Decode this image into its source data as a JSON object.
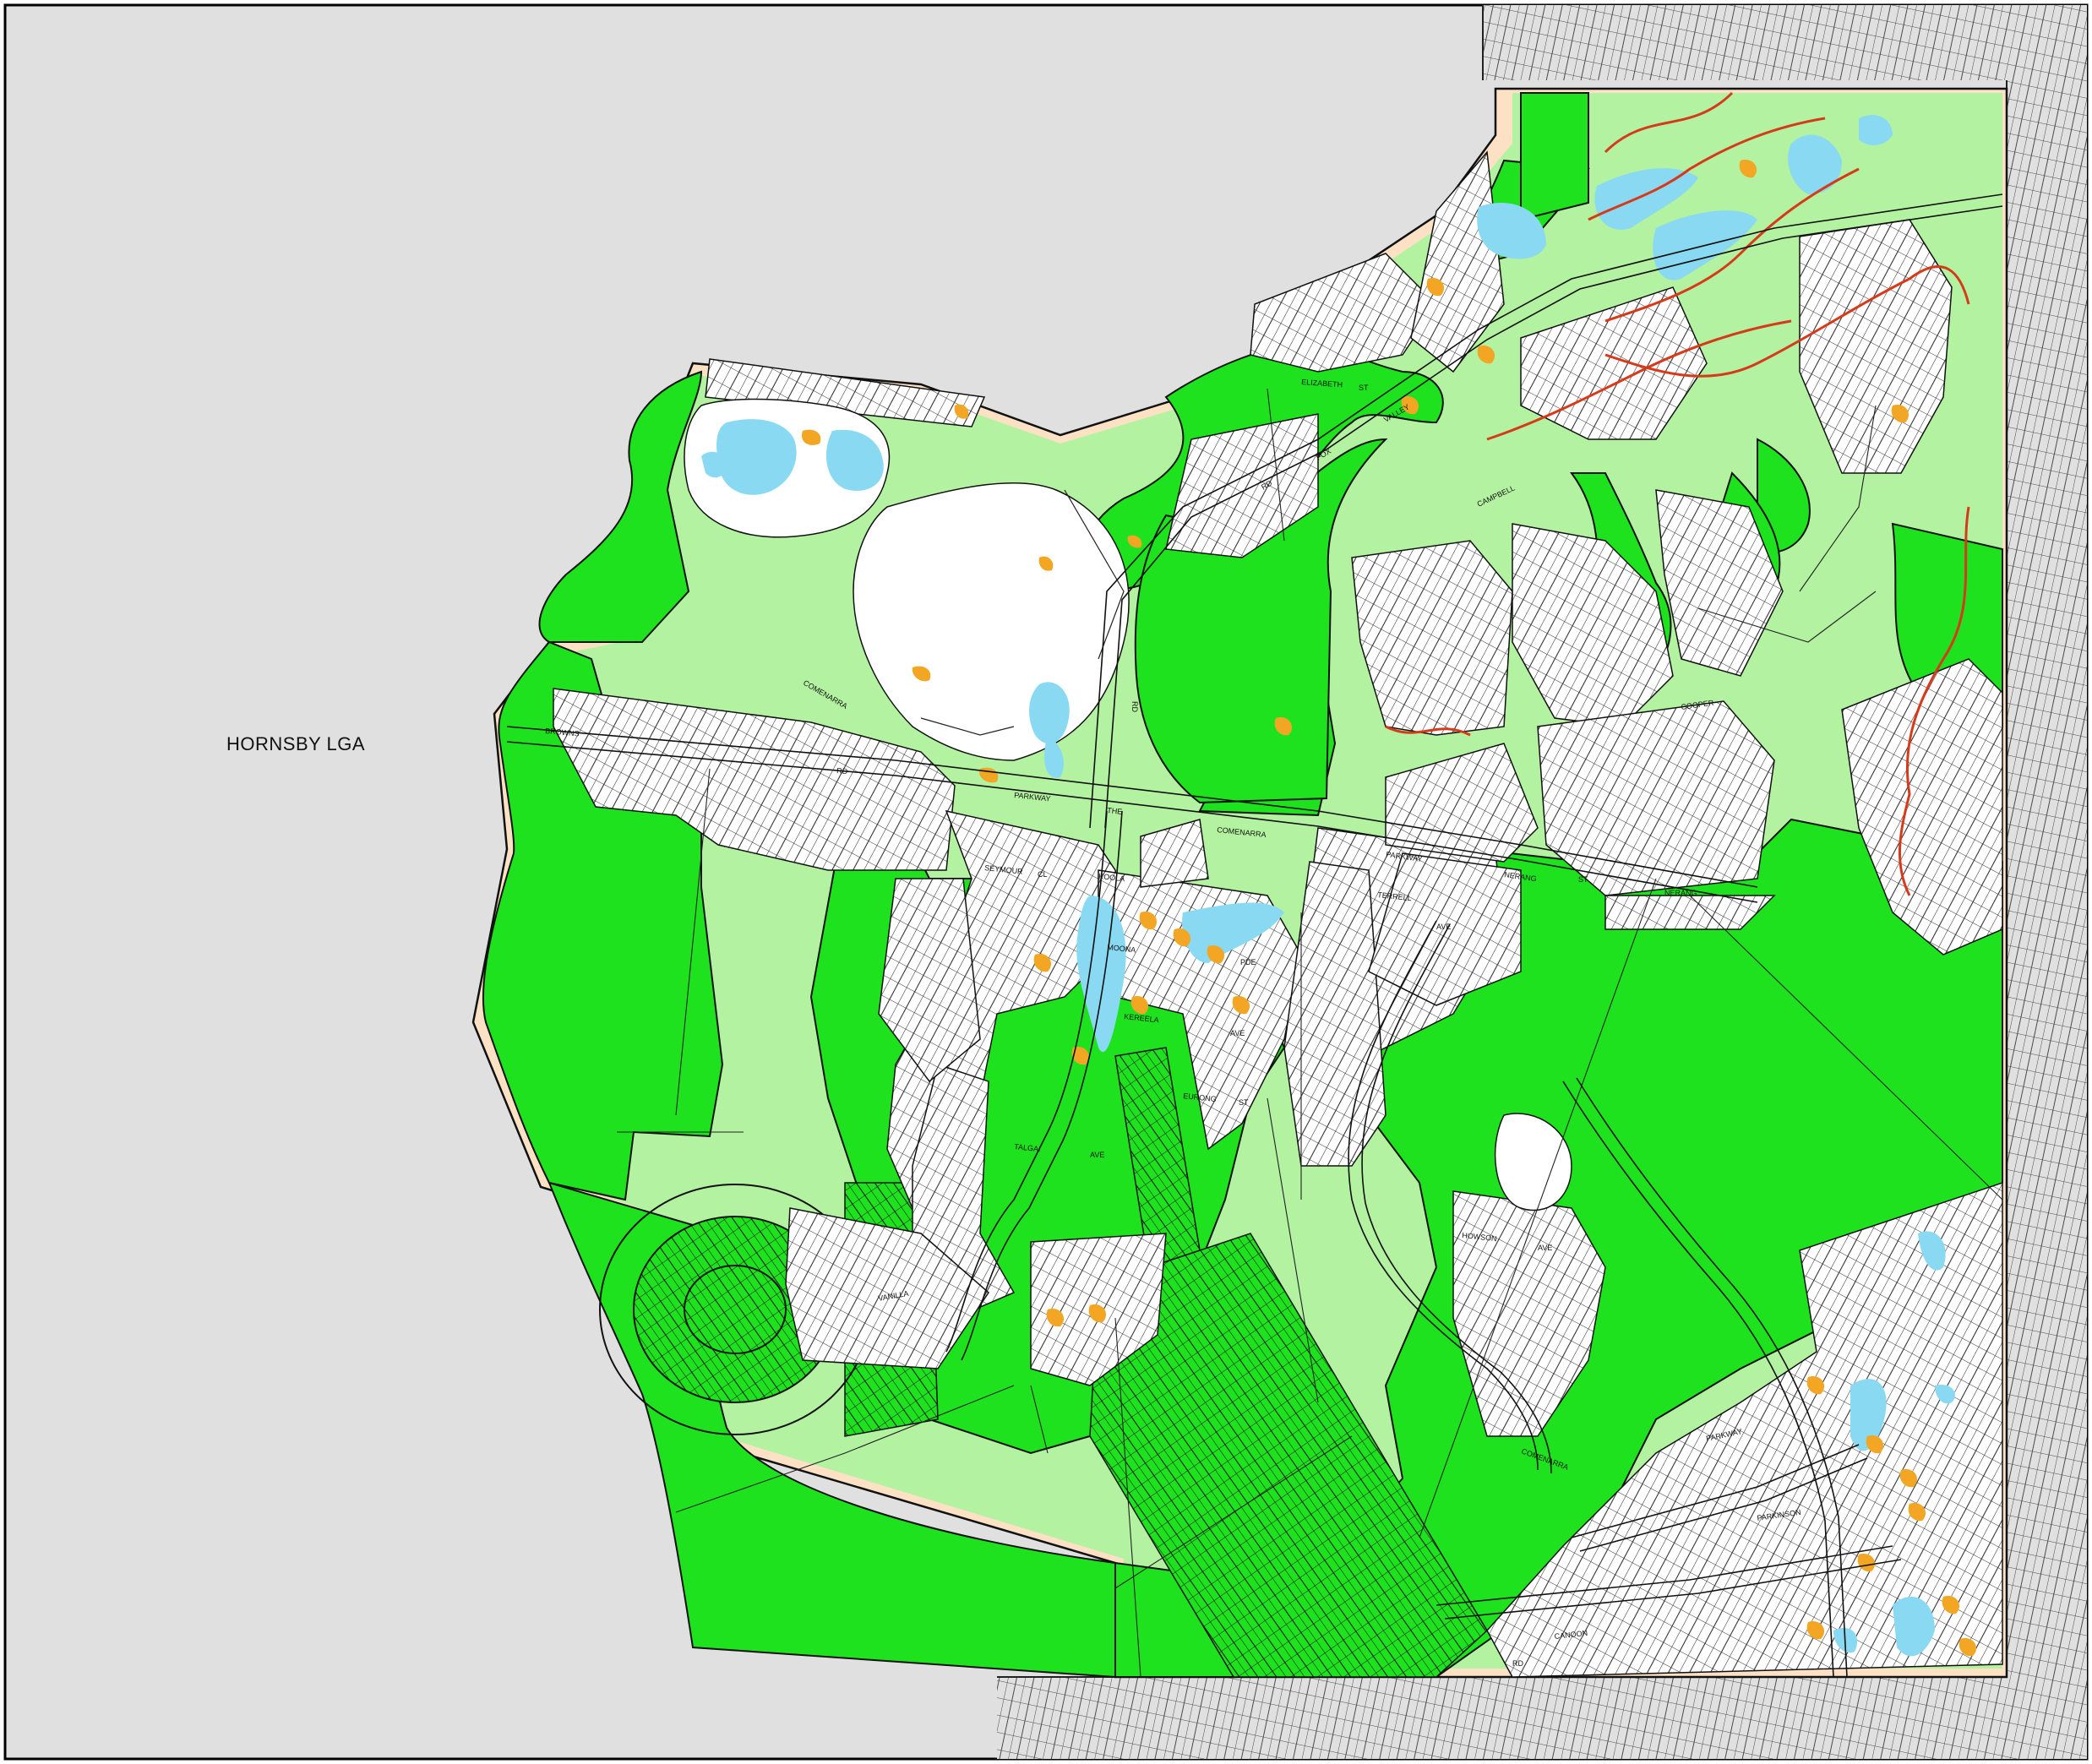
{
  "map": {
    "region_label": "HORNSBY LGA",
    "colors": {
      "outside_area": "#e0e0e0",
      "bushland": "#1ee21e",
      "buffer_light_green": "#b3f2a0",
      "buffer_peach": "#fde1c4",
      "water_blue": "#8ad9f2",
      "orange_patch": "#f2a623",
      "creek_red": "#d63a1a",
      "lines": "#222222",
      "white": "#ffffff"
    },
    "street_labels": [
      {
        "id": "browns",
        "text": "BROWNS"
      },
      {
        "id": "rd-browns",
        "text": "RD"
      },
      {
        "id": "comenarra-w",
        "text": "COMENARRA"
      },
      {
        "id": "parkway-1",
        "text": "PARKWAY"
      },
      {
        "id": "the-1",
        "text": "THE"
      },
      {
        "id": "comenarra-c",
        "text": "COMENARRA"
      },
      {
        "id": "parkway-2",
        "text": "PARKWAY"
      },
      {
        "id": "nerang-1",
        "text": "NERANG"
      },
      {
        "id": "st-nerang",
        "text": "ST"
      },
      {
        "id": "nerang-2",
        "text": "NERANG"
      },
      {
        "id": "seymour",
        "text": "SEYMOUR"
      },
      {
        "id": "cl-seymour",
        "text": "CL"
      },
      {
        "id": "koola",
        "text": "KOOLA"
      },
      {
        "id": "moona",
        "text": "MOONA"
      },
      {
        "id": "pde",
        "text": "PDE"
      },
      {
        "id": "kereela",
        "text": "KEREELA"
      },
      {
        "id": "ave-1",
        "text": "AVE"
      },
      {
        "id": "eurong",
        "text": "EURONG"
      },
      {
        "id": "st-eurong",
        "text": "ST"
      },
      {
        "id": "talgai",
        "text": "TALGAI"
      },
      {
        "id": "ave-talgai",
        "text": "AVE"
      },
      {
        "id": "vanilla",
        "text": "VANILLA"
      },
      {
        "id": "elizabeth",
        "text": "ELIZABETH"
      },
      {
        "id": "st-elizabeth",
        "text": "ST"
      },
      {
        "id": "fox",
        "text": "FOX"
      },
      {
        "id": "valley",
        "text": "VALLEY"
      },
      {
        "id": "rd-fox",
        "text": "RD"
      },
      {
        "id": "campbell",
        "text": "CAMPBELL"
      },
      {
        "id": "cooper",
        "text": "COOPER"
      },
      {
        "id": "howson",
        "text": "HOWSON"
      },
      {
        "id": "ave-howson",
        "text": "AVE"
      },
      {
        "id": "parkinson",
        "text": "PARKINSON"
      },
      {
        "id": "canoon",
        "text": "CANOON"
      },
      {
        "id": "rd-canoon",
        "text": "RD"
      },
      {
        "id": "terrell",
        "text": "TERRELL"
      },
      {
        "id": "ave-terrell",
        "text": "AVE"
      },
      {
        "id": "comenarra-se",
        "text": "COMENARRA"
      },
      {
        "id": "parkway-se",
        "text": "PARKWAY"
      },
      {
        "id": "rd-1",
        "text": "RD"
      }
    ]
  }
}
